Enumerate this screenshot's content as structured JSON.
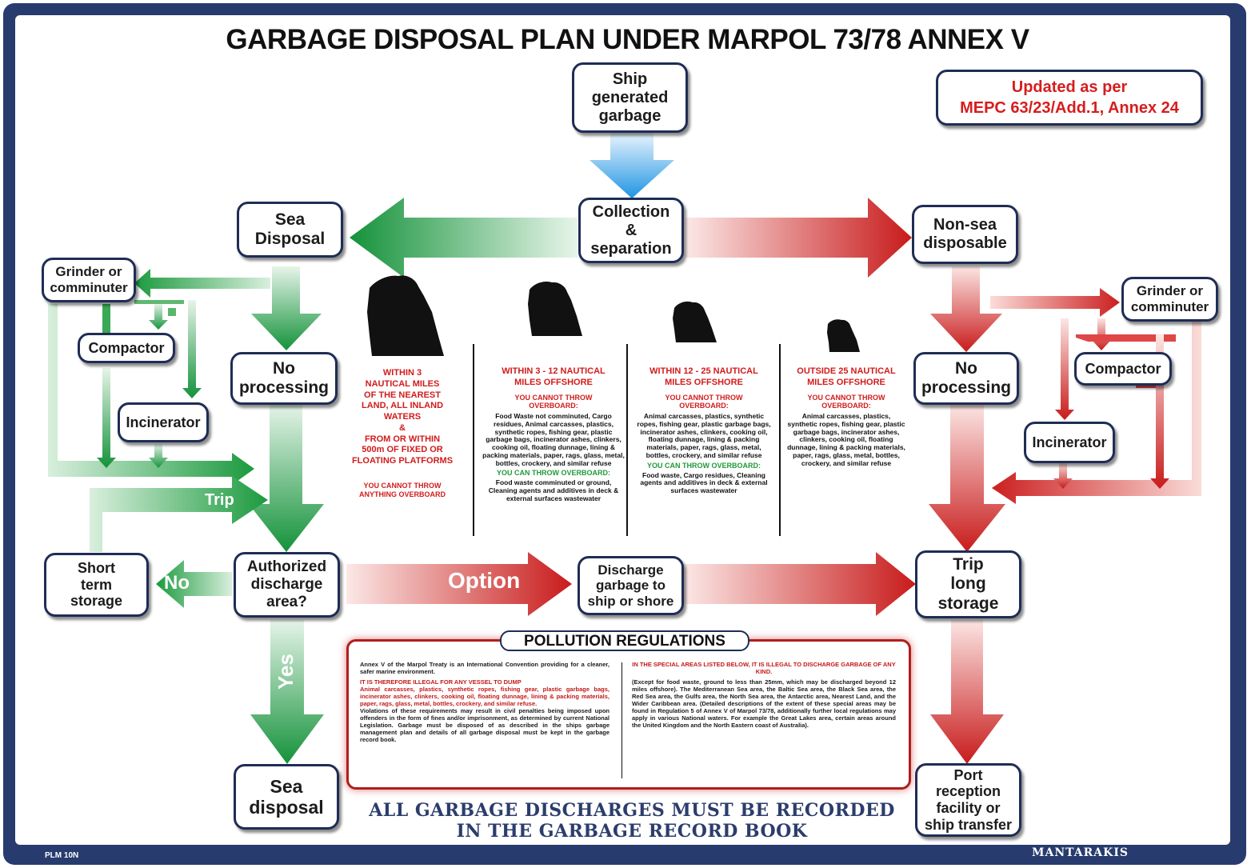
{
  "title": "GARBAGE DISPOSAL PLAN UNDER MARPOL 73/78 ANNEX V",
  "updated": "Updated as per\nMEPC 63/23/Add.1, Annex 24",
  "nodes": {
    "ship_generated": "Ship\ngenerated\ngarbage",
    "collection": "Collection\n&\nseparation",
    "sea_disposal_top": "Sea\nDisposal",
    "non_sea": "Non-sea\ndisposable",
    "grinder_left": "Grinder or\ncomminuter",
    "compactor_left": "Compactor",
    "incinerator_left": "Incinerator",
    "no_processing_left": "No\nprocessing",
    "short_term": "Short\nterm\nstorage",
    "authorized": "Authorized\ndischarge\narea?",
    "discharge": "Discharge\ngarbage to\nship or shore",
    "trip_long": "Trip\nlong\nstorage",
    "sea_disposal_bottom": "Sea\ndisposal",
    "port_reception": "Port\nreception\nfacility or\nship transfer",
    "grinder_right": "Grinder or\ncomminuter",
    "compactor_right": "Compactor",
    "incinerator_right": "Incinerator",
    "no_processing_right": "No\nprocessing"
  },
  "arrow_labels": {
    "trip": "Trip",
    "no": "No",
    "option": "Option",
    "yes": "Yes"
  },
  "zones": [
    {
      "title": "WITHIN 3\nNAUTICAL MILES\nOF THE NEAREST\nLAND, ALL INLAND\nWATERS\n&\nFROM OR WITHIN\n500m OF FIXED OR\nFLOATING PLATFORMS",
      "cannot": "YOU CANNOT THROW\nANYTHING OVERBOARD",
      "cannot_list": "",
      "can": "",
      "can_list": ""
    },
    {
      "title": "WITHIN 3 - 12 NAUTICAL\nMILES OFFSHORE",
      "cannot": "YOU CANNOT THROW\nOVERBOARD:",
      "cannot_list": "Food Waste not comminuted, Cargo residues, Animal carcasses, plastics, synthetic ropes, fishing gear, plastic garbage bags, incinerator ashes, clinkers, cooking oil, floating dunnage, lining & packing materials, paper, rags, glass, metal, bottles, crockery, and similar refuse",
      "can": "YOU CAN THROW OVERBOARD:",
      "can_list": "Food waste comminuted or ground, Cleaning agents and additives in deck & external surfaces wastewater"
    },
    {
      "title": "WITHIN 12 - 25 NAUTICAL\nMILES OFFSHORE",
      "cannot": "YOU CANNOT THROW\nOVERBOARD:",
      "cannot_list": "Animal carcasses, plastics, synthetic ropes, fishing gear, plastic garbage bags, incinerator ashes, clinkers, cooking oil, floating dunnage, lining & packing materials, paper, rags, glass, metal, bottles, crockery, and similar refuse",
      "can": "YOU CAN THROW OVERBOARD:",
      "can_list": "Food waste, Cargo residues, Cleaning agents and additives in deck & external surfaces wastewater"
    },
    {
      "title": "OUTSIDE 25 NAUTICAL\nMILES OFFSHORE",
      "cannot": "YOU CANNOT THROW\nOVERBOARD:",
      "cannot_list": "Animal carcasses, plastics, synthetic ropes, fishing gear, plastic garbage bags, incinerator ashes, clinkers, cooking oil, floating dunnage, lining & packing materials, paper, rags, glass, metal, bottles, crockery, and similar refuse",
      "can": "",
      "can_list": ""
    }
  ],
  "pollution": {
    "title": "POLLUTION REGULATIONS",
    "left_intro": "Annex V of the Marpol Treaty is an International Convention providing for a cleaner, safer marine environment.",
    "left_red": "IT IS THEREFORE ILLEGAL FOR ANY VESSEL TO DUMP",
    "left_red_list": "Animal carcasses, plastics, synthetic ropes, fishing gear, plastic garbage bags, incinerator ashes, clinkers, cooking oil, floating dunnage, lining & packing materials, paper, rags, glass, metal, bottles, crockery, and similar refuse.",
    "left_body": "Violations of these requirements may result in civil penalties being imposed upon offenders in the form of fines and/or imprisonment, as determined by current National Legislation. Garbage must be disposed of as described in the ships garbage management plan and details of all garbage disposal must be kept in the garbage record book.",
    "right_red": "IN THE SPECIAL AREAS LISTED BELOW, IT IS ILLEGAL TO DISCHARGE GARBAGE OF ANY KIND.",
    "right_body": "(Except for food waste, ground to less than 25mm, which may be discharged beyond 12 miles offshore). The Mediterranean Sea area, the Baltic Sea area, the Black Sea area, the Red Sea area, the Gulfs area, the North Sea area, the Antarctic area, Nearest Land, and the Wider Caribbean area. (Detailed descriptions of the extent of these special areas may be found in Regulation 5 of Annex V of Marpol 73/78, additionally further local regulations may apply in various National waters. For example the Great Lakes area, certain areas around the United Kingdom and the North Eastern coast of Australia)."
  },
  "record_note": "ALL GARBAGE DISCHARGES MUST BE RECORDED\nIN THE GARBAGE RECORD BOOK",
  "code": "PLM 10N",
  "brand": "MANTARAKIS",
  "colors": {
    "frame": "#273b6e",
    "green": "#1f9a3a",
    "red": "#d11b1b",
    "blue": "#2fa2e8"
  }
}
